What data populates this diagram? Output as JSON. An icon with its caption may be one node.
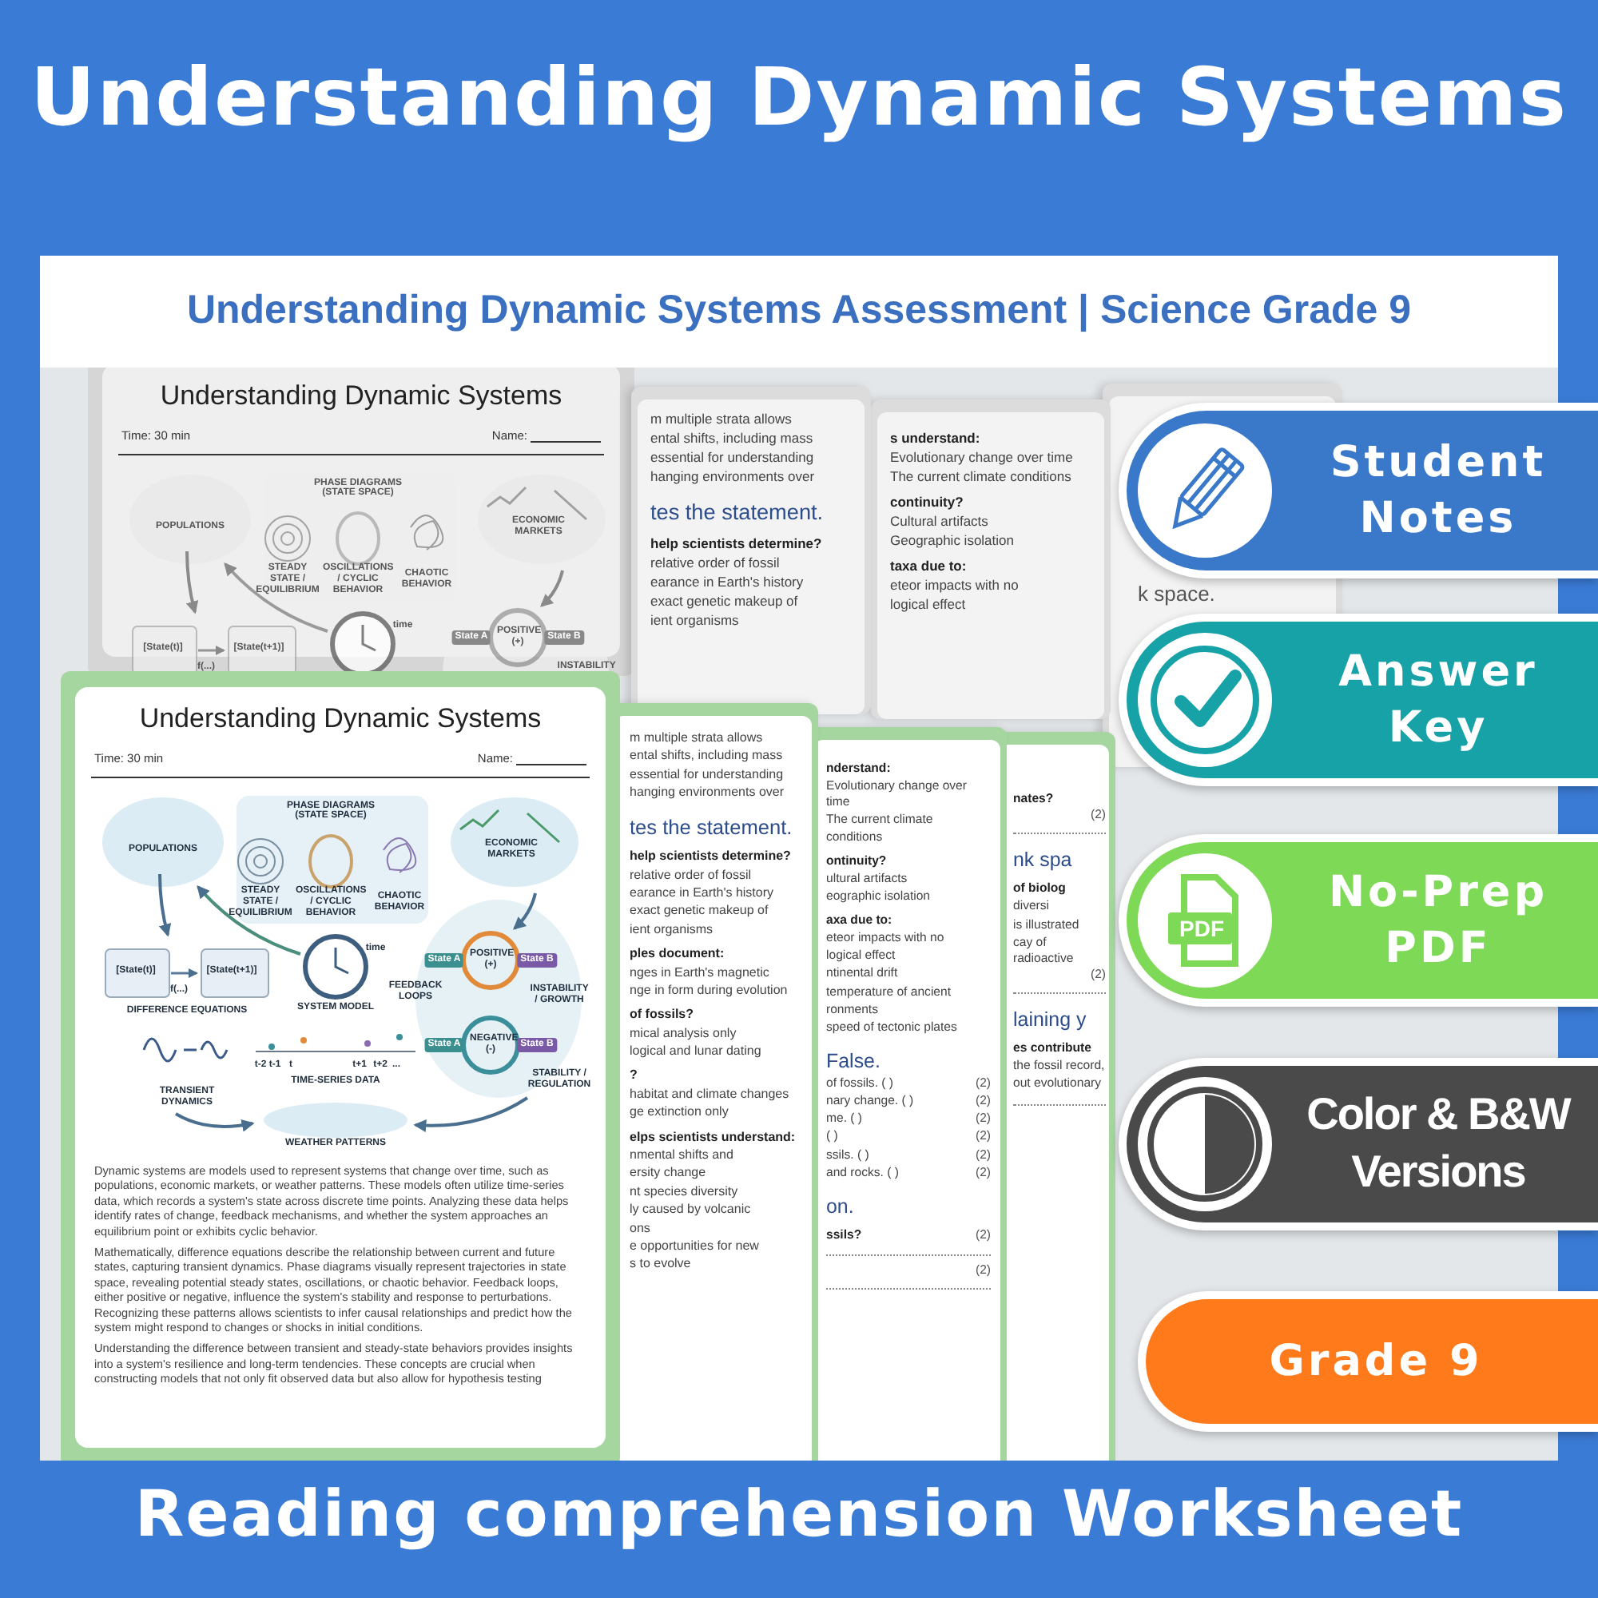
{
  "diagram": {
    "title": "Understanding Dynamic Systems",
    "nodes": [
      {
        "text": [
          "Student Notes"
        ]
      },
      {
        "text": [
          "Answer Key"
        ]
      },
      {
        "text": [
          "PDF",
          "No-Prep PDF"
        ]
      },
      {
        "text": [
          "Color & B&W Versions"
        ]
      },
      {
        "text": [
          "Grade 9"
        ]
      }
    ],
    "labels": [
      "Understanding Dynamic Systems Assessment | Science Grade 9",
      "Understanding Dynamic Systems",
      "Time: 30 min",
      "Name:",
      "PHASE DIAGRAMS",
      "(STATE SPACE)",
      "POPULATIONS",
      "STEADY STATE / EQUILIBRIUM",
      "OSCILLATIONS / CYCLIC BEHAVIOR",
      "CHAOTIC BEHAVIOR",
      "ECONOMIC MARKETS",
      "[State(t)]",
      "f(...)",
      "[State(t+1)]",
      "time",
      "State A",
      "POSITIVE (+)",
      "State B",
      "INSTABILITY / GROWTH",
      "m multiple strata allows",
      "ental shifts, including mass",
      "essential for understanding",
      "hanging environments over",
      "tes the statement.",
      "help scientists determine?",
      "relative order of fossil",
      "earance in Earth's history",
      "exact genetic makeup of",
      "ient organisms",
      "s understand:",
      "Evolutionary change over time",
      "The current climate conditions",
      "continuity?",
      "Cultural artifacts",
      "Geographic isolation",
      "taxa due to:",
      "eteor impacts with no",
      "logical effect",
      "k space.",
      "Understanding Dynamic Systems",
      "Time: 30 min",
      "Name:",
      "PHASE DIAGRAMS",
      "(STATE SPACE)",
      "POPULATIONS",
      "STEADY STATE / EQUILIBRIUM",
      "OSCILLATIONS / CYCLIC BEHAVIOR",
      "CHAOTIC BEHAVIOR",
      "ECONOMIC MARKETS",
      "[State(t)]",
      "f(...)",
      "[State(t+1)]",
      "time",
      "State A",
      "POSITIVE (+)",
      "State B",
      "INSTABILITY / GROWTH",
      "DIFFERENCE EQUATIONS",
      "SYSTEM MODEL",
      "FEEDBACK LOOPS",
      "State A",
      "NEGATIVE (-)",
      "State B",
      "STABILITY / REGULATION",
      "t-2",
      "t-1",
      "t",
      "t+1",
      "t+2",
      "...",
      "TIME-SERIES DATA",
      "TRANSIENT DYNAMICS",
      "WEATHER PATTERNS",
      "Dynamic systems are models used to represent systems that change over time, such as populations, economic markets, or weather patterns. These models often utilize time-series data, which records a system's state across discrete time points. Analyzing these data helps identify rates of change, feedback mechanisms, and whether the system approaches an equilibrium point or exhibits cyclic behavior.",
      "Mathematically, difference equations describe the relationship between current and future states, capturing transient dynamics. Phase diagrams visually represent trajectories in state space, revealing potential steady states, oscillations, or chaotic behavior. Feedback loops, either positive or negative, influence the system's stability and response to perturbations. Recognizing these patterns allows scientists to infer causal relationships and predict how the system might respond to changes or shocks in initial conditions.",
      "Understanding the difference between transient and steady-state behaviors provides insights into a system's resilience and long-term tendencies. These concepts are crucial when constructing models that not only fit observed data but also allow for hypothesis testing",
      "m multiple strata allows",
      "ental shifts, including mass",
      "essential for understanding",
      "hanging environments over",
      "tes the statement.",
      "help scientists determine?",
      "relative order of fossil",
      "earance in Earth's history",
      "exact genetic makeup of",
      "ient organisms",
      "ples document:",
      "nges in Earth's magnetic",
      "nge in form during evolution",
      "of fossils?",
      "mical analysis only",
      "logical and lunar dating",
      "?",
      "habitat and climate changes",
      "ge extinction only",
      "elps scientists understand:",
      "nmental shifts and",
      "ersity change",
      "nt species diversity",
      "ly caused by volcanic",
      "ons",
      "e opportunities for new",
      "s to evolve",
      "nderstand:",
      "Evolutionary change over time",
      "The current climate conditions",
      "ontinuity?",
      "ultural artifacts",
      "eographic isolation",
      "axa due to:",
      "eteor impacts with no",
      "logical effect",
      "ntinental drift",
      "temperature of ancient",
      "ronments",
      "speed of tectonic plates",
      "False.",
      "of fossils. ( )",
      "(2)",
      "nary change. ( )",
      "(2)",
      "me. ( )",
      "(2)",
      "( )",
      "(2)",
      "ssils. ( )",
      "(2)",
      "and rocks. ( )",
      "(2)",
      "on.",
      "ssils?",
      "(2)",
      "(2)",
      "nates?",
      "(2)",
      "nk spa",
      "of biolog",
      "diversi",
      "is illustrated",
      "cay of radioactive",
      "(2)",
      "laining y",
      "es contribute",
      "the fossil record,",
      "out evolutionary",
      "Reading comprehension Worksheet"
    ]
  }
}
